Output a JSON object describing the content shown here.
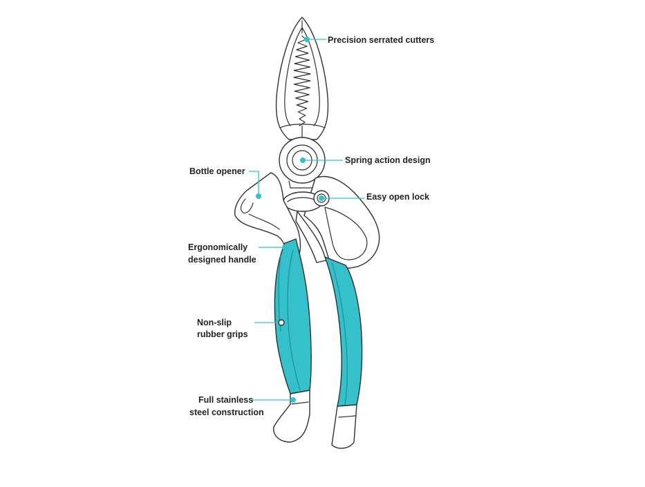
{
  "colors": {
    "accent": "#34c1cb",
    "outline": "#2e2e2e",
    "text": "#222222",
    "background": "#ffffff"
  },
  "callouts": [
    {
      "id": "cutters",
      "lines": [
        "Precision serrated cutters"
      ]
    },
    {
      "id": "spring",
      "lines": [
        "Spring action design"
      ]
    },
    {
      "id": "opener",
      "lines": [
        "Bottle opener"
      ]
    },
    {
      "id": "lock",
      "lines": [
        "Easy open lock"
      ]
    },
    {
      "id": "handle",
      "lines": [
        "Ergonomically",
        "designed handle"
      ]
    },
    {
      "id": "grips",
      "lines": [
        "Non-slip",
        "rubber grips"
      ]
    },
    {
      "id": "steel",
      "lines": [
        "Full stainless",
        "steel construction"
      ]
    }
  ]
}
